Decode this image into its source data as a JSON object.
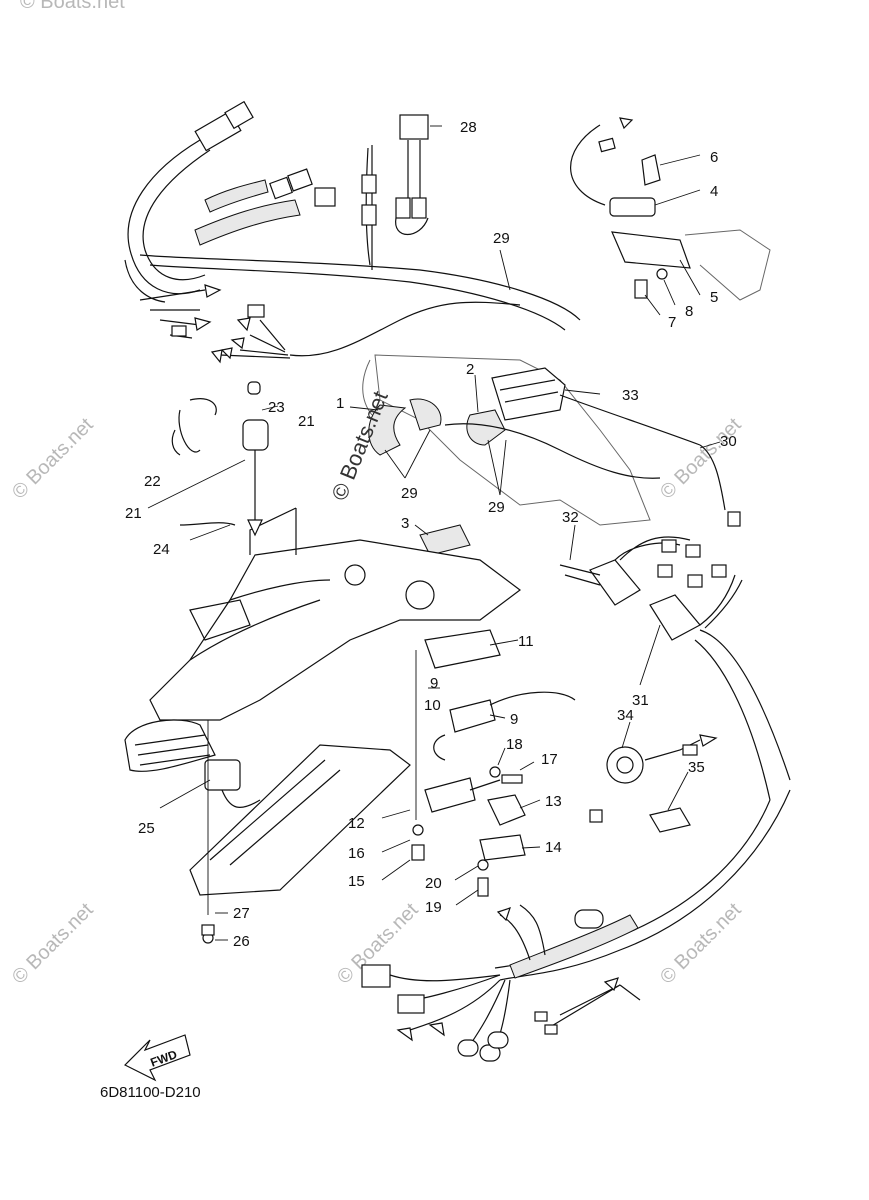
{
  "diagram_code": "6D81100-D210",
  "fwd_label": "FWD",
  "watermark": {
    "main": "© Boats.net",
    "corner": "© Boats.net"
  },
  "callouts": [
    {
      "id": "1",
      "label": "1"
    },
    {
      "id": "2",
      "label": "2"
    },
    {
      "id": "3",
      "label": "3"
    },
    {
      "id": "4",
      "label": "4"
    },
    {
      "id": "5",
      "label": "5"
    },
    {
      "id": "6",
      "label": "6"
    },
    {
      "id": "7",
      "label": "7"
    },
    {
      "id": "8",
      "label": "8"
    },
    {
      "id": "9a",
      "label": "9"
    },
    {
      "id": "9b",
      "label": "9"
    },
    {
      "id": "10",
      "label": "10"
    },
    {
      "id": "11",
      "label": "11"
    },
    {
      "id": "12",
      "label": "12"
    },
    {
      "id": "13",
      "label": "13"
    },
    {
      "id": "14",
      "label": "14"
    },
    {
      "id": "15",
      "label": "15"
    },
    {
      "id": "16",
      "label": "16"
    },
    {
      "id": "17",
      "label": "17"
    },
    {
      "id": "18",
      "label": "18"
    },
    {
      "id": "19",
      "label": "19"
    },
    {
      "id": "20",
      "label": "20"
    },
    {
      "id": "21a",
      "label": "21"
    },
    {
      "id": "21b",
      "label": "21"
    },
    {
      "id": "22",
      "label": "22"
    },
    {
      "id": "23",
      "label": "23"
    },
    {
      "id": "24",
      "label": "24"
    },
    {
      "id": "25",
      "label": "25"
    },
    {
      "id": "26",
      "label": "26"
    },
    {
      "id": "27",
      "label": "27"
    },
    {
      "id": "28",
      "label": "28"
    },
    {
      "id": "29a",
      "label": "29"
    },
    {
      "id": "29b",
      "label": "29"
    },
    {
      "id": "29c",
      "label": "29"
    },
    {
      "id": "30",
      "label": "30"
    },
    {
      "id": "31",
      "label": "31"
    },
    {
      "id": "32",
      "label": "32"
    },
    {
      "id": "33",
      "label": "33"
    },
    {
      "id": "34",
      "label": "34"
    },
    {
      "id": "35",
      "label": "35"
    }
  ]
}
